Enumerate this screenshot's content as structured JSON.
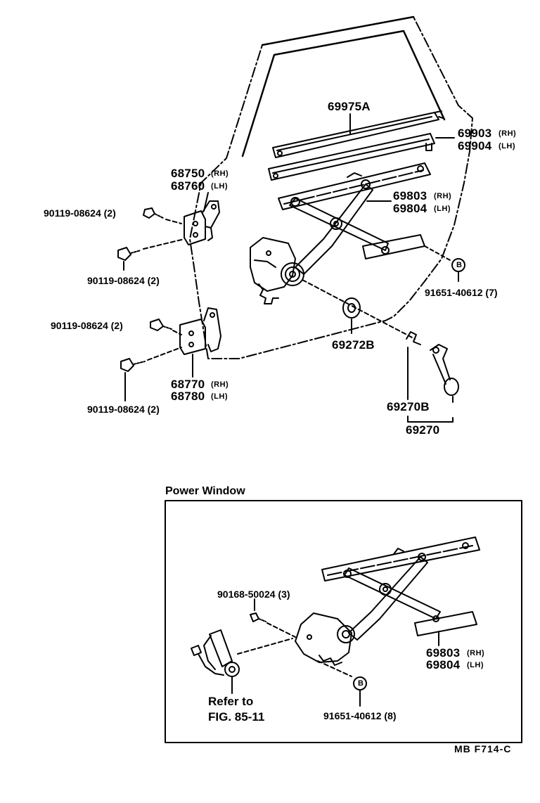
{
  "labels": {
    "glass_channel": "69975A",
    "channel_rh": "69903",
    "channel_lh": "69904",
    "rh": "(RH)",
    "lh": "(LH)",
    "regulator_rh": "69803",
    "regulator_lh": "69804",
    "hinge_upper_rh": "68750",
    "hinge_upper_lh": "68760",
    "hinge_lower_rh": "68770",
    "hinge_lower_lh": "68780",
    "bolt_1": "90119-08624 (2)",
    "bolt_2": "90119-08624 (2)",
    "bolt_3": "90119-08624 (2)",
    "bolt_4": "90119-08624 (2)",
    "rivet_marker": "B",
    "rivet": "91651-40612 (7)",
    "escutcheon": "69272B",
    "handle_sub": "69270B",
    "handle": "69270"
  },
  "power_window": {
    "title": "Power Window",
    "screw": "90168-50024 (3)",
    "regulator_rh": "69803",
    "regulator_lh": "69804",
    "rh": "(RH)",
    "lh": "(LH)",
    "rivet_marker": "B",
    "rivet": "91651-40612 (8)",
    "refer_line1": "Refer to",
    "refer_line2": "FIG. 85-11"
  },
  "figure_code": "MB  F714-C"
}
